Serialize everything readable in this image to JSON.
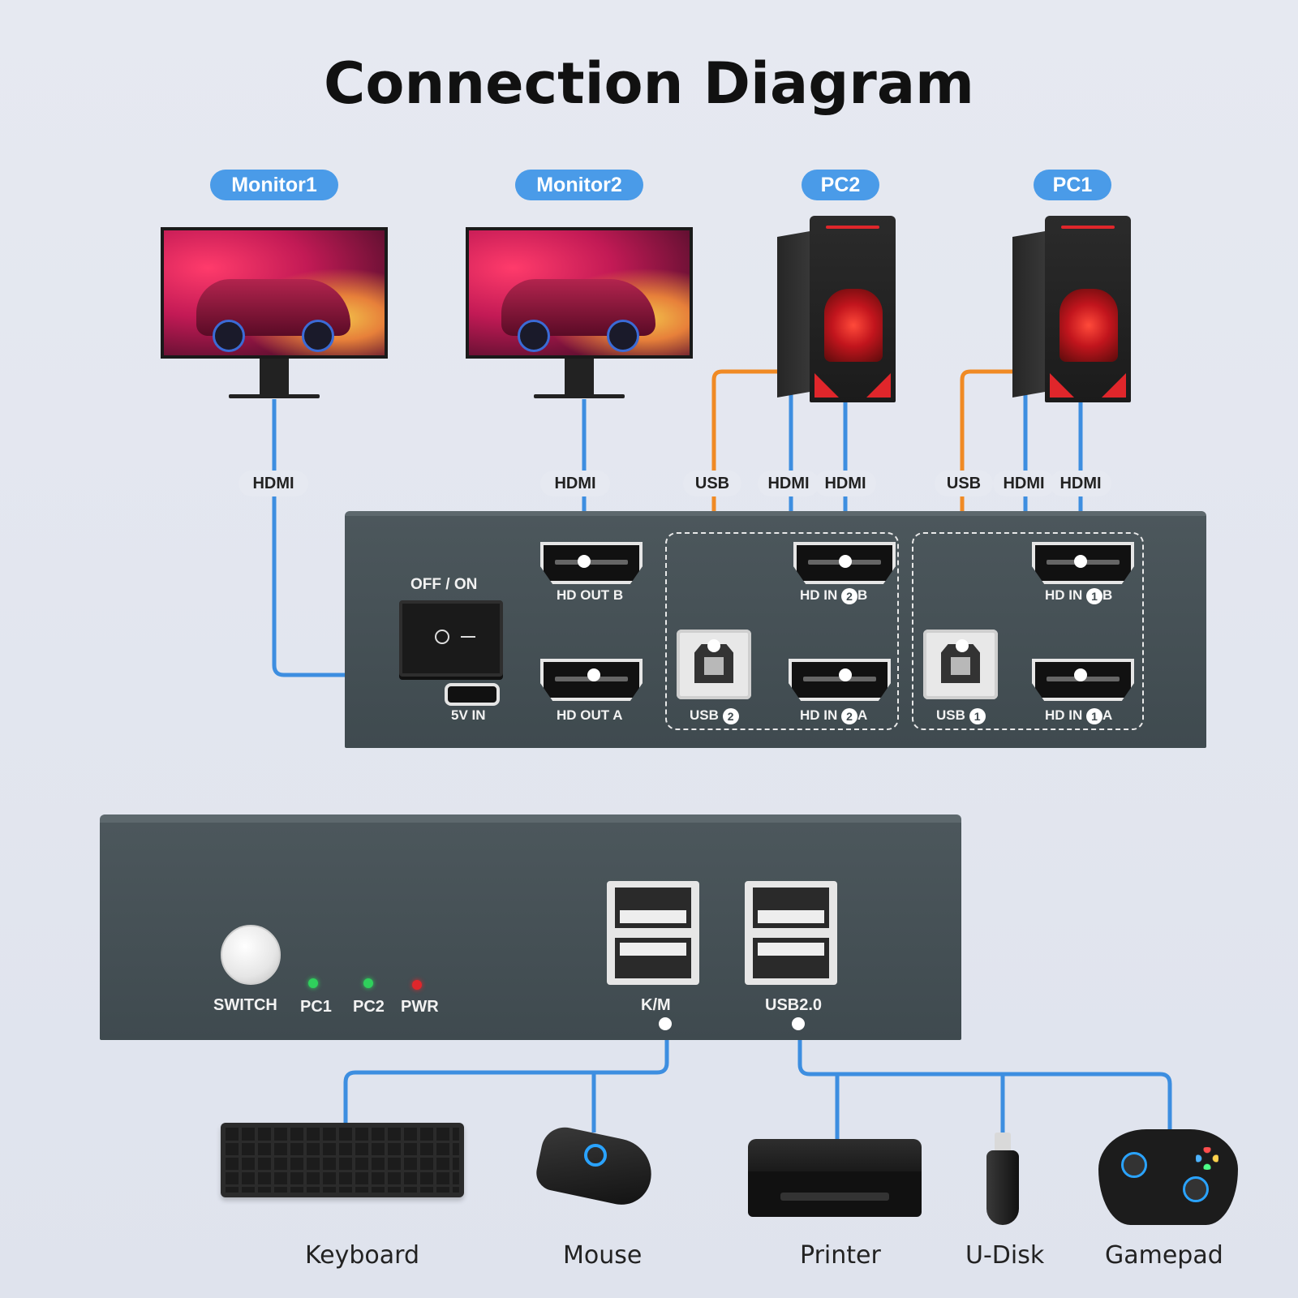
{
  "title": "Connection Diagram",
  "colors": {
    "label_pill": "#4a9be8",
    "hdmi_cable": "#3d8ee0",
    "usb_cable": "#f08a24",
    "panel": "#434e53",
    "led_green": "#2fd05c",
    "led_red": "#e0262b"
  },
  "devices_top": {
    "monitor1": "Monitor1",
    "monitor2": "Monitor2",
    "pc2": "PC2",
    "pc1": "PC1"
  },
  "cable_labels": {
    "hdmi_m1": "HDMI",
    "hdmi_m2": "HDMI",
    "usb_pc2": "USB",
    "hdmi_pc2_a": "HDMI",
    "hdmi_pc2_b": "HDMI",
    "usb_pc1": "USB",
    "hdmi_pc1_a": "HDMI",
    "hdmi_pc1_b": "HDMI"
  },
  "back_panel": {
    "power_switch": "OFF  /  ON",
    "power_in": "5V IN",
    "hd_out_b": "HD OUT B",
    "hd_out_a": "HD OUT A",
    "usb2_prefix": "USB",
    "usb2_num": "2",
    "hd_in2b_prefix": "HD IN",
    "hd_in2b_num": "2",
    "hd_in2b_suffix": "B",
    "hd_in2a_prefix": "HD IN",
    "hd_in2a_num": "2",
    "hd_in2a_suffix": "A",
    "usb1_prefix": "USB",
    "usb1_num": "1",
    "hd_in1b_prefix": "HD IN",
    "hd_in1b_num": "1",
    "hd_in1b_suffix": "B",
    "hd_in1a_prefix": "HD IN",
    "hd_in1a_num": "1",
    "hd_in1a_suffix": "A"
  },
  "front_panel": {
    "switch": "SWITCH",
    "led_pc1": "PC1",
    "led_pc2": "PC2",
    "led_pwr": "PWR",
    "km": "K/M",
    "usb20": "USB2.0"
  },
  "peripherals": {
    "keyboard": "Keyboard",
    "mouse": "Mouse",
    "printer": "Printer",
    "udisk": "U-Disk",
    "gamepad": "Gamepad"
  }
}
